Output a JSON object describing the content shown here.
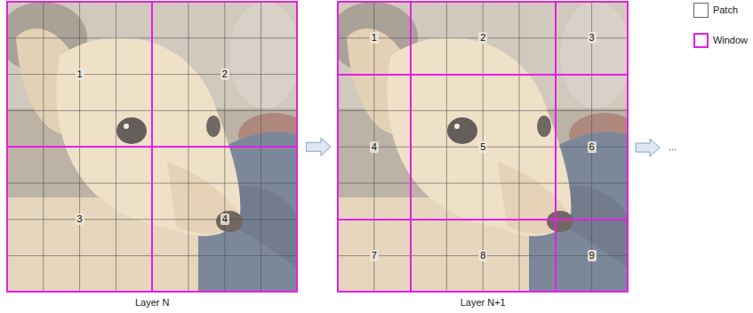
{
  "diagram": {
    "nodes": [
      {
        "text": [
          "Layer N"
        ]
      },
      {
        "text": [
          "1"
        ],
        "in": 0
      },
      {
        "text": [
          "2"
        ],
        "in": 0
      },
      {
        "text": [
          "3"
        ],
        "in": 0
      },
      {
        "text": [
          "4"
        ],
        "in": 0
      },
      {
        "text": [
          "Layer N+1"
        ]
      },
      {
        "text": [
          "1"
        ],
        "in": 5
      },
      {
        "text": [
          "2"
        ],
        "in": 5
      },
      {
        "text": [
          "3"
        ],
        "in": 5
      },
      {
        "text": [
          "4"
        ],
        "in": 5
      },
      {
        "text": [
          "5"
        ],
        "in": 5
      },
      {
        "text": [
          "6"
        ],
        "in": 5
      },
      {
        "text": [
          "7"
        ],
        "in": 5
      },
      {
        "text": [
          "8"
        ],
        "in": 5
      },
      {
        "text": [
          "9"
        ],
        "in": 5
      }
    ],
    "edges": [
      {
        "from": 0,
        "to": 5,
        "arrow": "to"
      }
    ],
    "labels": [
      "..."
    ],
    "legend": [
      {
        "text": "Patch"
      },
      {
        "text": "Window"
      }
    ]
  }
}
